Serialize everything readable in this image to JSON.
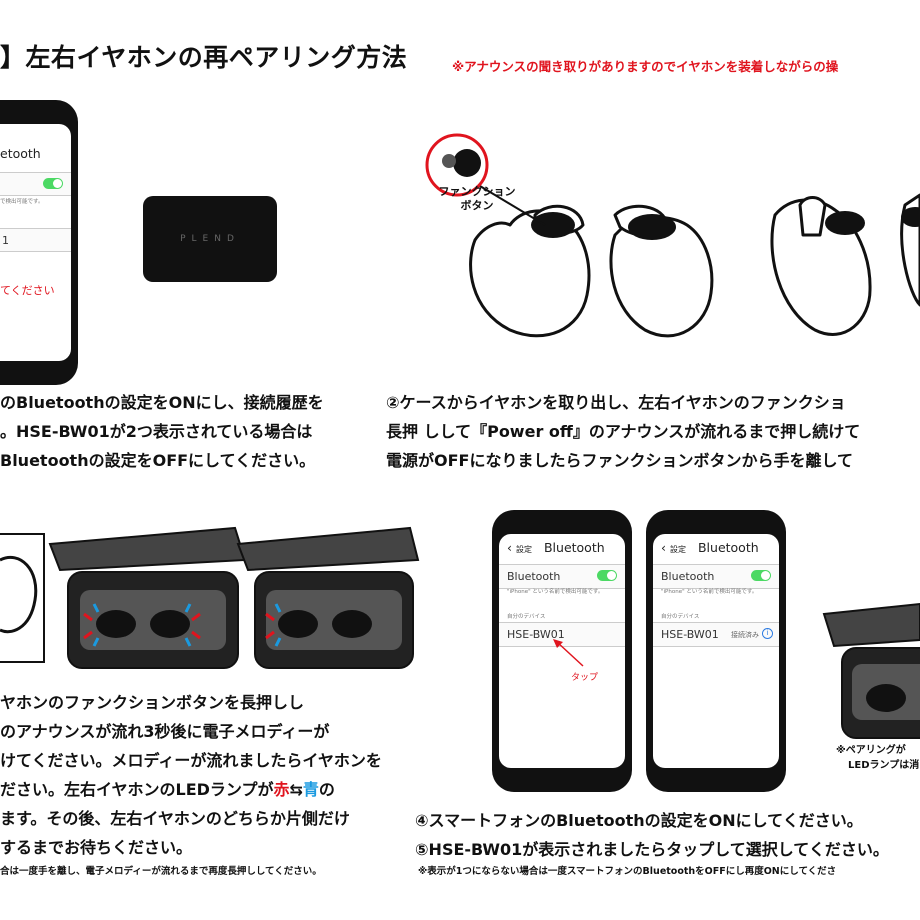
{
  "header": {
    "title": "】左右イヤホンの再ペアリング方法",
    "notice": "※アナウンスの聞き取りがありますのでイヤホンを装着しながらの操"
  },
  "phone_top": {
    "nav": "etooth",
    "note": "で検出可能です。",
    "item": "1",
    "hint": "てください"
  },
  "case_top": {
    "brand": "PLEND"
  },
  "step1": {
    "lines": [
      "のBluetoothの設定をONにし、接続履歴を",
      "。HSE-BW01が2つ表示されている場合は",
      "Bluetoothの設定をOFFにしてください。"
    ]
  },
  "step2": {
    "callout": [
      "ファンクション",
      "ボタン"
    ],
    "lines": [
      "②ケースからイヤホンを取り出し、左右イヤホンのファンクショ",
      "長押 しして『Power off』のアナウンスが流れるまで押し続けて",
      "電源がOFFになりましたらファンクションボタンから手を離して"
    ]
  },
  "step3": {
    "lines": [
      "ヤホンのファンクションボタンを長押しし",
      "のアナウンスが流れ3秒後に電子メロディーが",
      "けてください。メロディーが流れましたらイヤホンを",
      "ださい。左右イヤホンのLEDランプが"
    ],
    "red_word": "赤",
    "arrow": "⇆",
    "blue_word": "青",
    "tail": "の",
    "line5": "ます。その後、左右イヤホンのどちらか片側だけ",
    "line6": "するまでお待ちください。",
    "note": "合は一度手を離し、電子メロディーが流れるまで再度長押ししてください。"
  },
  "phone_a": {
    "back": "設定",
    "title": "Bluetooth",
    "row_label": "Bluetooth",
    "sub": "\"iPhone\" という名前で検出可能です。",
    "section": "自分のデバイス",
    "device": "HSE-BW01",
    "tap": "タップ"
  },
  "phone_b": {
    "back": "設定",
    "title": "Bluetooth",
    "row_label": "Bluetooth",
    "sub": "\"iPhone\" という名前で検出可能です。",
    "section": "自分のデバイス",
    "device": "HSE-BW01",
    "status": "接続済み",
    "info": "i"
  },
  "pairing_note": [
    "※ペアリングが",
    "LEDランプは消"
  ],
  "step45": {
    "line4": "④スマートフォンのBluetoothの設定をONにしてください。",
    "line5": "⑤HSE-BW01が表示されましたらタップして選択してください。",
    "note": "※表示が1つにならない場合は一度スマートフォンのBluetoothをOFFにし再度ONにしてくださ"
  }
}
